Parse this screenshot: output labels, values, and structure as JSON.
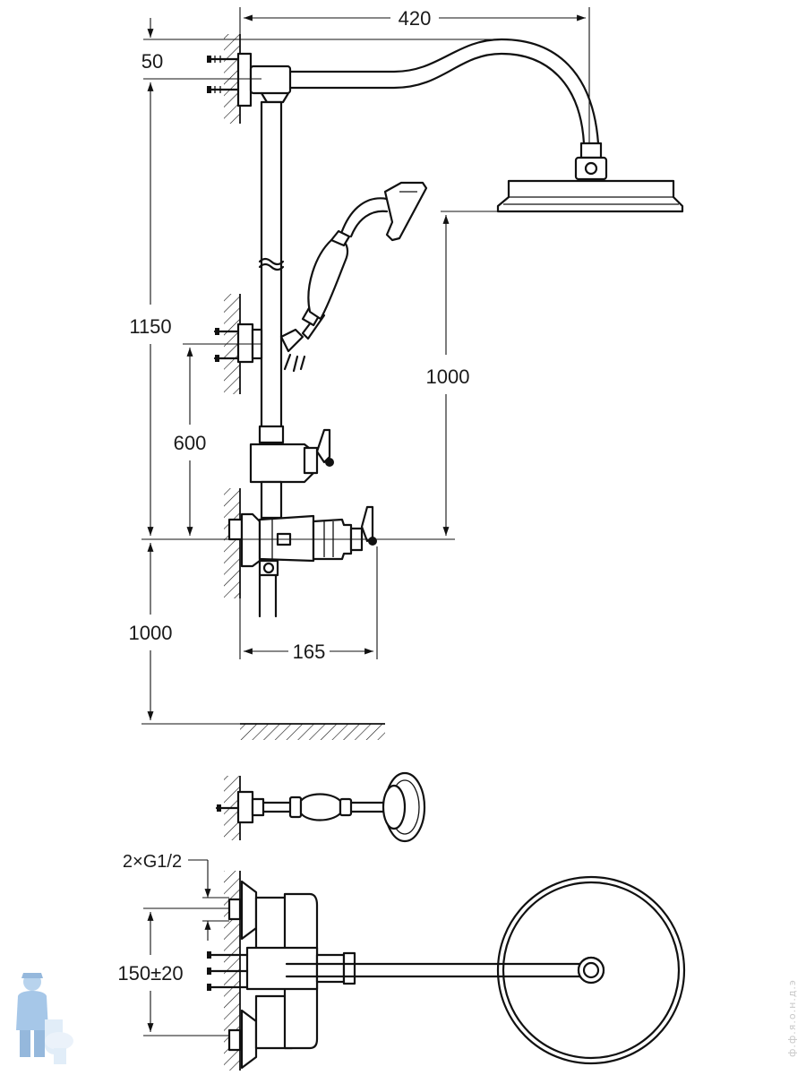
{
  "dimensions": {
    "arm_length": "420",
    "arm_height": "50",
    "total_height": "1150",
    "head_to_mixer": "1000",
    "holder_height": "600",
    "mixer_height": "1000",
    "mixer_depth": "165",
    "thread": "2×G1/2",
    "centres": "150±20"
  },
  "watermark": {
    "text": "ф.ф.я.о.н.д.э"
  },
  "logo": {
    "name": "plumber-mascot-logo"
  }
}
